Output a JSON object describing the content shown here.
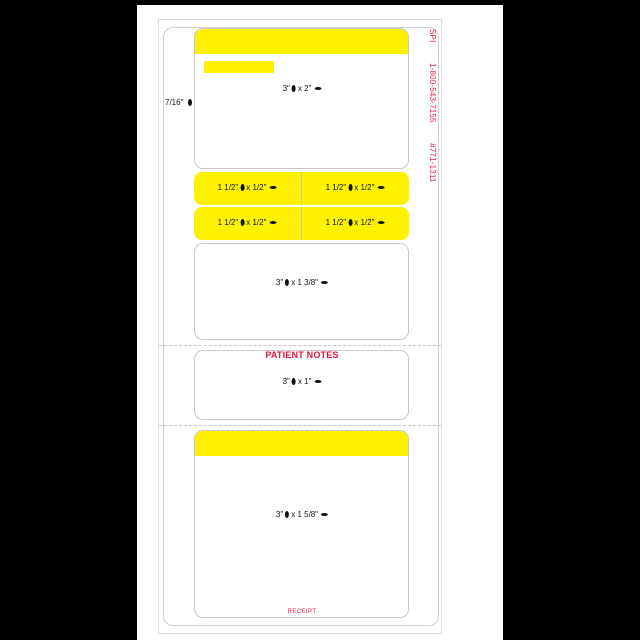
{
  "sheet": {
    "left_margin_label": "7/16\"",
    "vendor_text": {
      "brand": "SPI",
      "phone": "1-800-543-7155",
      "part_number": "#771-1311"
    }
  },
  "labels": [
    {
      "id": "top-label",
      "width": "3\"",
      "height": "2\"",
      "text": "3\" x 2\"",
      "has_yellow_header": true,
      "has_yellow_tag": true
    },
    {
      "id": "small-label-1",
      "text": "1 1/2\" x 1/2\"",
      "width": "1 1/2\"",
      "height": "1/2\""
    },
    {
      "id": "small-label-2",
      "text": "1 1/2\" x 1/2\"",
      "width": "1 1/2\"",
      "height": "1/2\""
    },
    {
      "id": "small-label-3",
      "text": "1 1/2\" x 1/2\"",
      "width": "1 1/2\"",
      "height": "1/2\""
    },
    {
      "id": "small-label-4",
      "text": "1 1/2\" x 1/2\"",
      "width": "1 1/2\"",
      "height": "1/2\""
    },
    {
      "id": "middle-label",
      "width": "3\"",
      "height": "1 3/8\"",
      "text": "3\" x 1 3/8\""
    },
    {
      "id": "patient-notes-label",
      "title": "PATIENT NOTES",
      "width": "3\"",
      "height": "1\"",
      "text": "3\" x 1\""
    },
    {
      "id": "receipt-label",
      "width": "3\"",
      "height": "1 5/8\"",
      "text": "3\" x 1 5/8\"",
      "footer": "RECEIPT",
      "has_yellow_header": true
    }
  ],
  "dims": {
    "top": {
      "w": "3\"",
      "x": "x",
      "h": "2\""
    },
    "small": {
      "w": "1 1/2\"",
      "x": "x",
      "h": "1/2\""
    },
    "middle": {
      "w": "3\"",
      "x": "x",
      "h": "1 3/8\""
    },
    "notes": {
      "w": "3\"",
      "x": "x",
      "h": "1\""
    },
    "receipt": {
      "w": "3\"",
      "x": "x",
      "h": "1 5/8\""
    }
  },
  "colors": {
    "highlight_yellow": "#fff200",
    "accent_red": "#e0153b",
    "border_gray": "#c9c9c9",
    "background": "#000000",
    "page": "#ffffff"
  }
}
